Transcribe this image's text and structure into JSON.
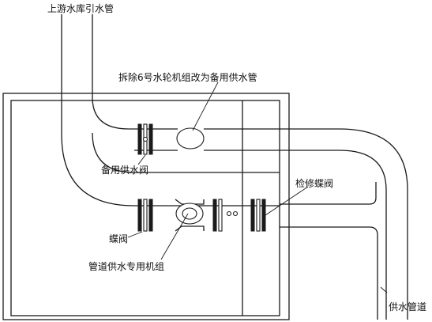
{
  "labels": {
    "upstream_intake": "上游水库引水管",
    "dismantle_unit6": "拆除6号水轮机组改为备用供水管",
    "backup_supply_valve": "备用供水阀",
    "maintenance_butterfly_valve": "检修蝶阀",
    "butterfly_valve": "蝶阀",
    "dedicated_supply_unit": "管道供水专用机组",
    "water_supply_pipeline": "供水管道"
  }
}
